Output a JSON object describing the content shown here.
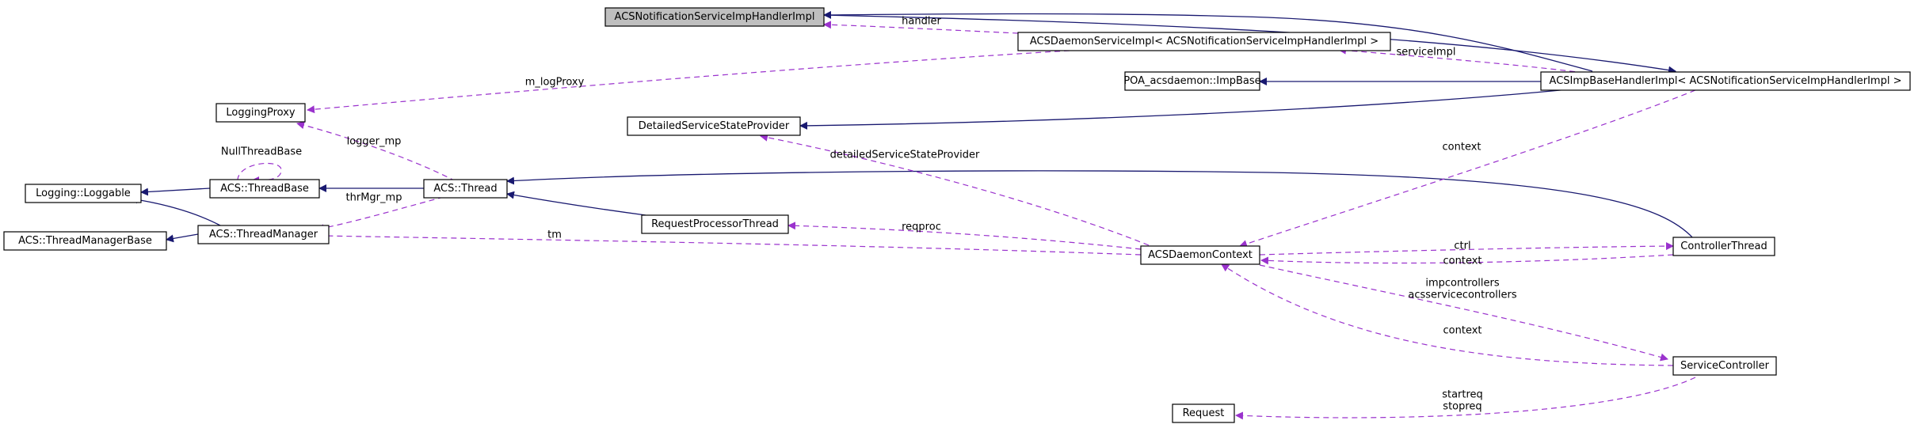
{
  "diagram": {
    "colors": {
      "inheritance_edge": "#191970",
      "usage_edge": "#9a32cd",
      "root_node_fill": "#bfbfbf",
      "node_fill": "#ffffff"
    },
    "nodes": {
      "notification_impl": "ACSNotificationServiceImpHandlerImpl",
      "daemon_service_impl": "ACSDaemonServiceImpl< ACSNotificationServiceImpHandlerImpl >",
      "poa_imp_base": "POA_acsdaemon::ImpBase",
      "imp_base_handler": "ACSImpBaseHandlerImpl< ACSNotificationServiceImpHandlerImpl >",
      "logging_proxy": "LoggingProxy",
      "detailed_state_provider": "DetailedServiceStateProvider",
      "logging_loggable": "Logging::Loggable",
      "thread_base": "ACS::ThreadBase",
      "acs_thread": "ACS::Thread",
      "thread_manager_base": "ACS::ThreadManagerBase",
      "thread_manager": "ACS::ThreadManager",
      "request_processor_thread": "RequestProcessorThread",
      "daemon_context": "ACSDaemonContext",
      "controller_thread": "ControllerThread",
      "service_controller": "ServiceController",
      "request": "Request"
    },
    "edge_labels": {
      "handler": "handler",
      "service_impl": "serviceImpl",
      "m_log_proxy": "m_logProxy",
      "logger_mp": "logger_mp",
      "null_thread_base": "NullThreadBase",
      "thr_mgr_mp": "thrMgr_mp",
      "detailed_state": "detailedServiceStateProvider",
      "context_top": "context",
      "tm": "tm",
      "reqproc": "reqproc",
      "ctrl": "ctrl",
      "context_ctrl": "context",
      "impcontrollers": "impcontrollers",
      "acsservicecontrollers": "acsservicecontrollers",
      "context_service": "context",
      "startreq": "startreq",
      "stopreq": "stopreq"
    }
  }
}
